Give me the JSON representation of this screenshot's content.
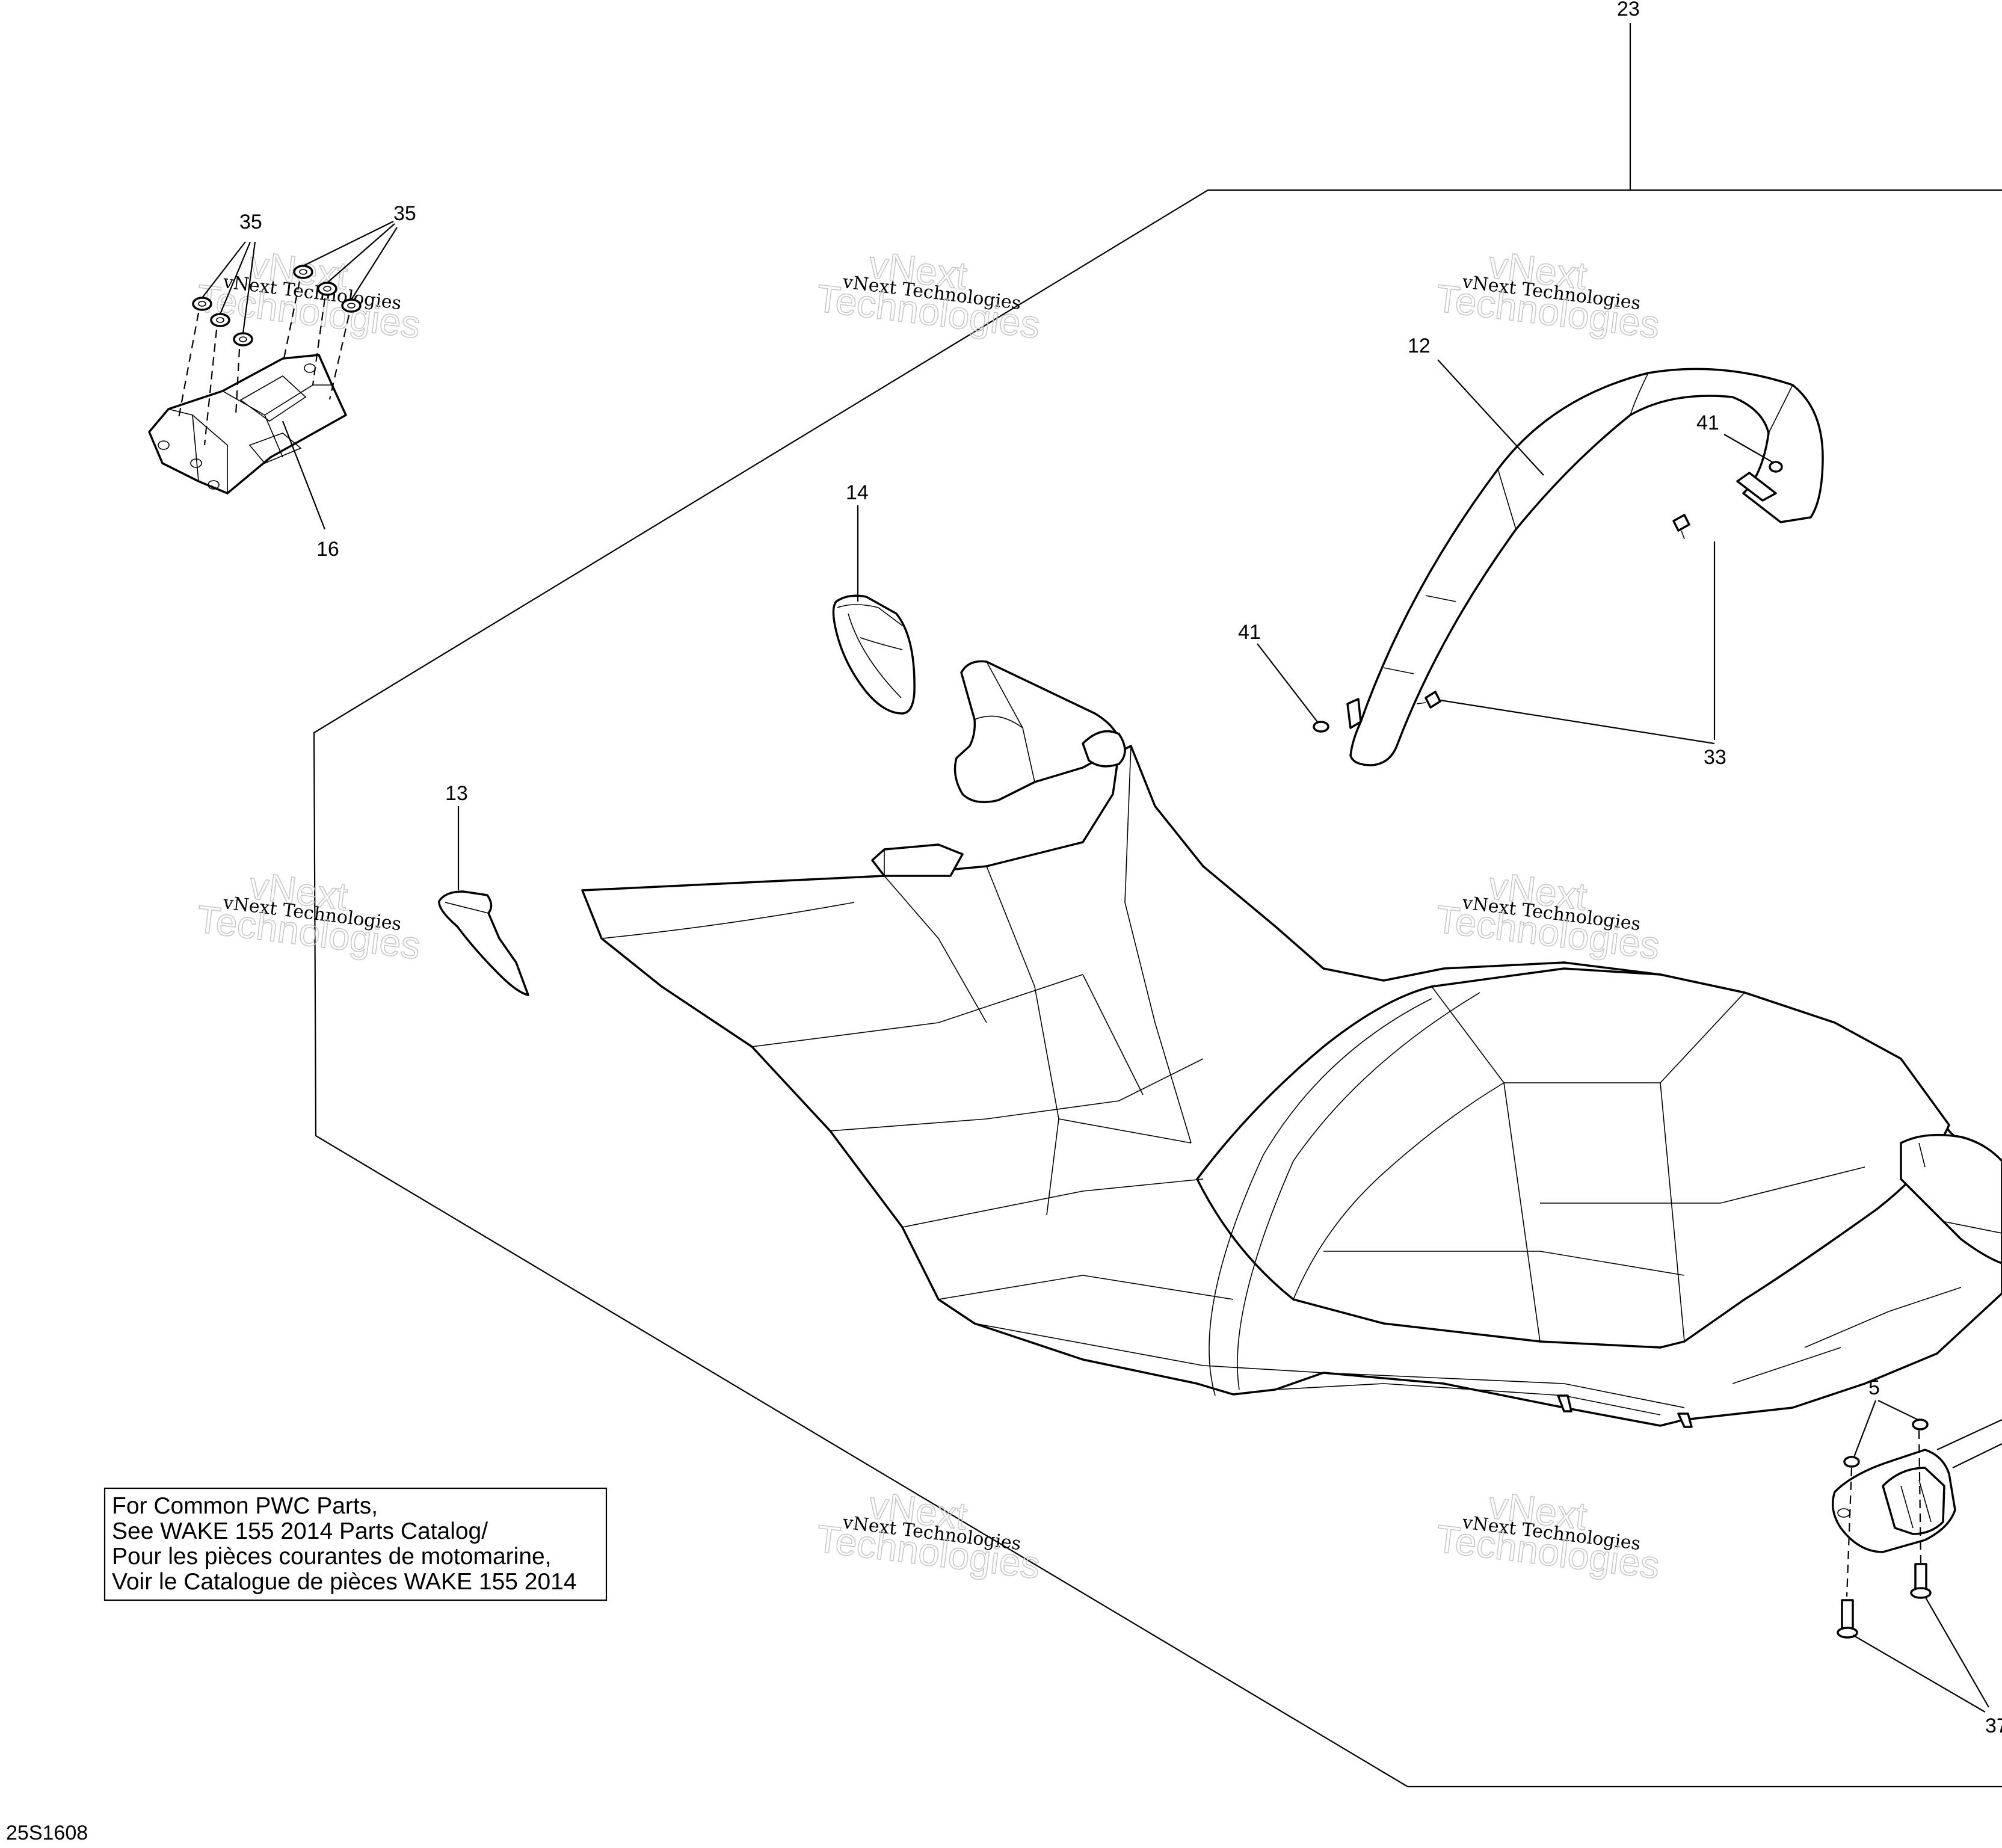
{
  "diagram": {
    "callouts": {
      "c23": "23",
      "c35a": "35",
      "c35b": "35",
      "c16": "16",
      "c14": "14",
      "c12": "12",
      "c41a": "41",
      "c41b": "41",
      "c33": "33",
      "c13": "13",
      "c5": "5",
      "c37": "37"
    },
    "watermark": {
      "line1": "vNext Technologies",
      "line2": "vNext",
      "line3": "Technologies"
    },
    "note": {
      "line1": "For Common PWC Parts,",
      "line2": "See WAKE 155 2014 Parts Catalog/",
      "line3": "Pour les pièces courantes de motomarine,",
      "line4": "Voir le Catalogue de pièces WAKE 155 2014"
    },
    "figure_id": "25S1608"
  }
}
